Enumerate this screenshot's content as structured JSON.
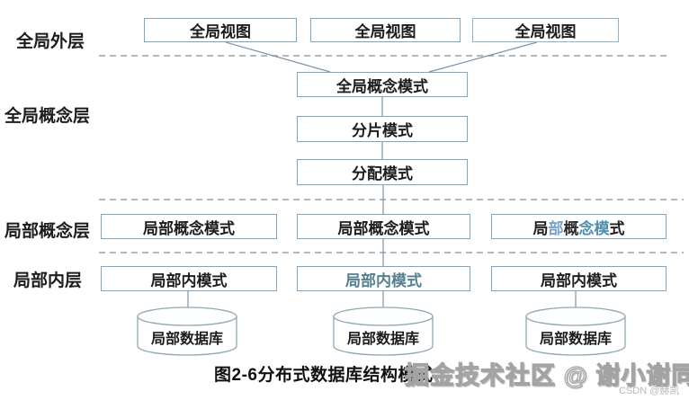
{
  "colors": {
    "box_border": "#7ca6c8",
    "dashed_line": "#9aa0a6",
    "connector_line": "#7d93a8",
    "cylinder_stroke": "#90a7b5",
    "text_main": "#1c1c1c",
    "text_teal_variant": "#56808f",
    "text_blue_variant": "#4f8dae"
  },
  "layers": {
    "outer": "全局外层",
    "global_concept": "全局概念层",
    "local_concept": "局部概念层",
    "local_internal": "局部内层"
  },
  "nodes": {
    "global_views": [
      {
        "label": "全局视图"
      },
      {
        "label": "全局视图"
      },
      {
        "label": "全局视图"
      }
    ],
    "global_concept_schema": {
      "label": "全局概念模式"
    },
    "fragmentation_schema": {
      "label": "分片模式"
    },
    "allocation_schema": {
      "label": "分配模式"
    },
    "local_concept_schemas": [
      {
        "label": "局部概念模式"
      },
      {
        "label": "局部概念模式"
      },
      {
        "label": "局部概念模式",
        "chars": [
          {
            "t": "局",
            "s": "color:#1f1f1f"
          },
          {
            "t": "部",
            "s": "color:#74a3cb"
          },
          {
            "t": "概",
            "s": "color:#2a2a2a"
          },
          {
            "t": "念",
            "s": "color:#4f8dae"
          },
          {
            "t": "模",
            "s": "color:#4f8dae"
          },
          {
            "t": "式",
            "s": "color:#1f1f1f"
          }
        ]
      }
    ],
    "local_internal_schemas": [
      {
        "label": "局部内模式",
        "style": "color:#1f1f1f"
      },
      {
        "label": "局部内模式",
        "style": "color:#56808f"
      },
      {
        "label": "局部内模式",
        "style": "color:#1f1f1f"
      }
    ],
    "local_databases": [
      {
        "label": "局部数据库"
      },
      {
        "label": "局部数据库"
      },
      {
        "label": "局部数据库"
      }
    ]
  },
  "caption": "图2-6分布式数据库结构模式",
  "watermarks": {
    "community": "掘金技术社区 @ 谢小谢同学",
    "csdn": "CSDN @赫凯"
  }
}
